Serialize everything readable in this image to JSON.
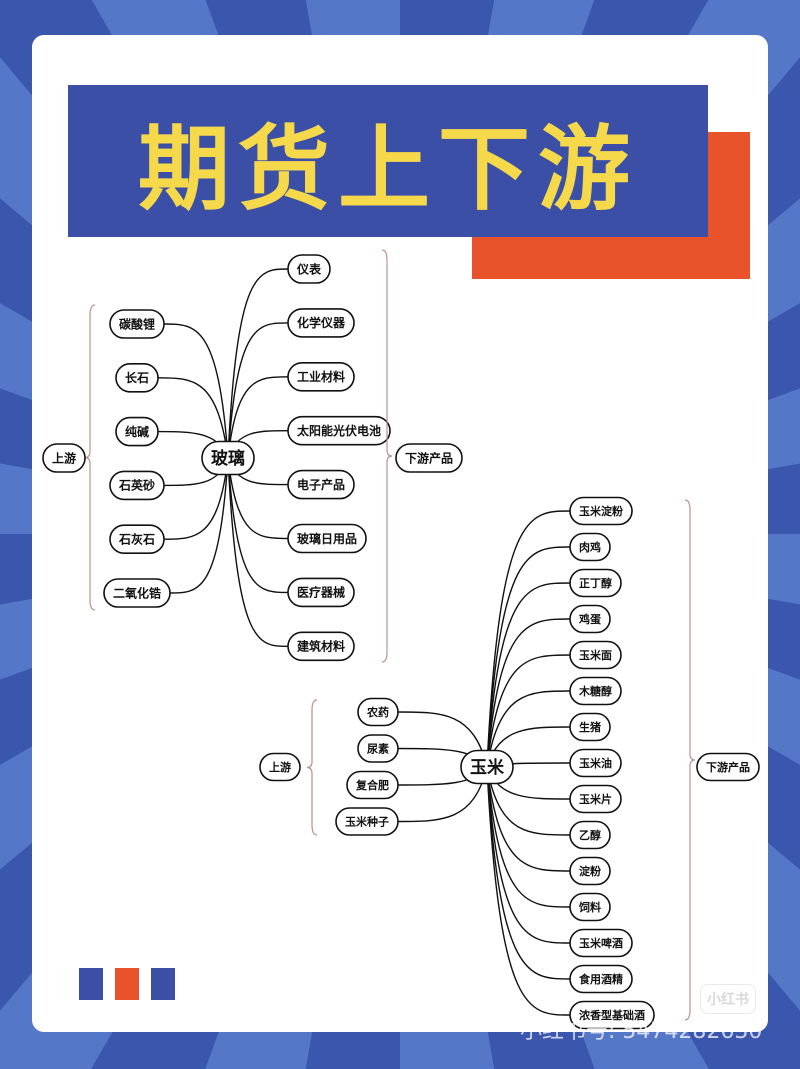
{
  "title": "期货上下游",
  "colors": {
    "background": "#3d5bb3",
    "title_box": "#3b4fa6",
    "title_text": "#f6d94a",
    "accent": "#e8532b"
  },
  "glass": {
    "center": "玻璃",
    "upstream_label": "上游",
    "downstream_label": "下游产品",
    "upstream": [
      "碳酸锂",
      "长石",
      "纯碱",
      "石英砂",
      "石灰石",
      "二氧化锆"
    ],
    "downstream": [
      "仪表",
      "化学仪器",
      "工业材料",
      "太阳能光伏电池",
      "电子产品",
      "玻璃日用品",
      "医疗器械",
      "建筑材料"
    ]
  },
  "corn": {
    "center": "玉米",
    "upstream_label": "上游",
    "downstream_label": "下游产品",
    "upstream": [
      "农药",
      "尿素",
      "复合肥",
      "玉米种子"
    ],
    "downstream": [
      "玉米淀粉",
      "肉鸡",
      "正丁醇",
      "鸡蛋",
      "玉米面",
      "木糖醇",
      "生猪",
      "玉米油",
      "玉米片",
      "乙醇",
      "淀粉",
      "饲料",
      "玉米啤酒",
      "食用酒精",
      "浓香型基础酒"
    ]
  },
  "watermark": "小红书号: 5474282630",
  "logo": "小红书"
}
